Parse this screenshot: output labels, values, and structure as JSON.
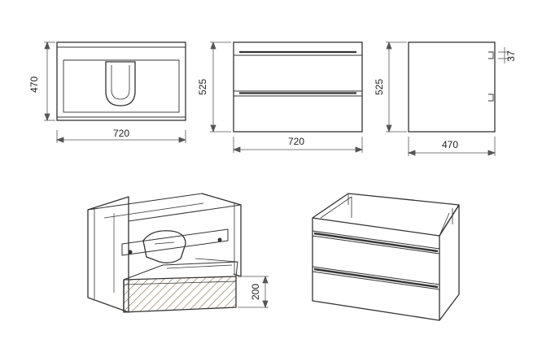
{
  "views": {
    "top": {
      "label": "top-view",
      "width_dim": "720",
      "depth_dim": "470"
    },
    "front": {
      "label": "front-view",
      "width_dim": "720",
      "height_dim": "525"
    },
    "side": {
      "label": "side-view",
      "depth_dim": "470",
      "height_dim": "525",
      "handle_dim": "37"
    },
    "iso_open": {
      "label": "isometric-open-drawer",
      "drawer_height_dim": "200"
    },
    "iso_closed": {
      "label": "isometric-closed"
    }
  },
  "colors": {
    "line": "#333333",
    "dim": "#555555",
    "hatch": "#8a6a4a"
  }
}
